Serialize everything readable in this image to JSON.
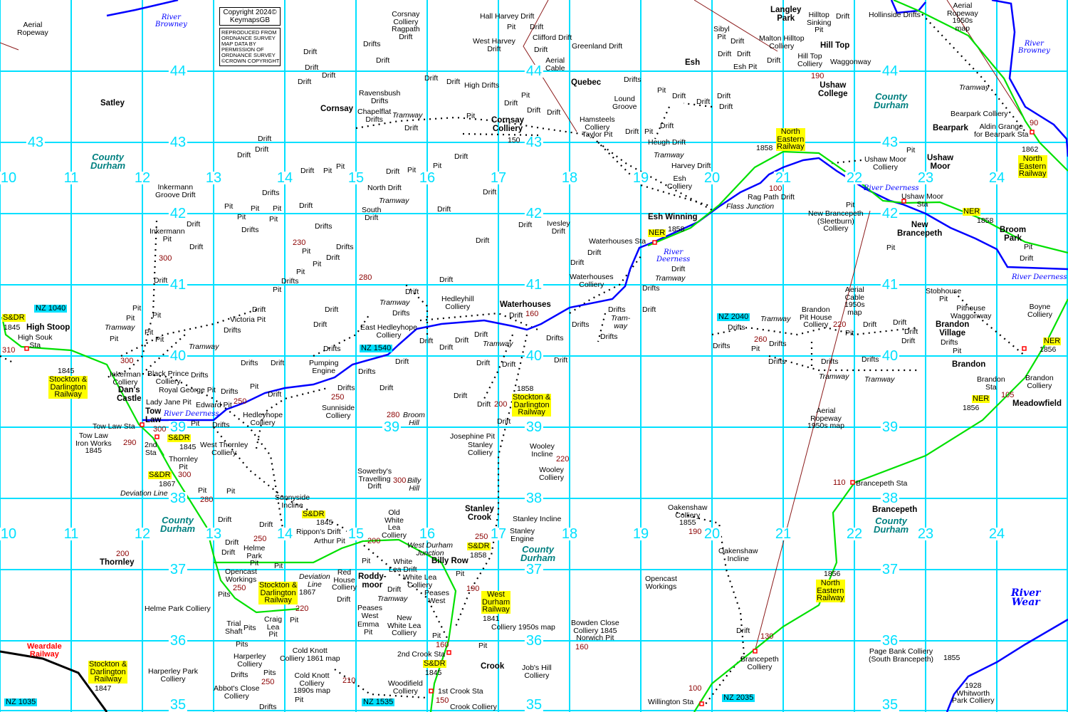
{
  "copyright": {
    "line1": "Copyright 2024©",
    "line2": "KeymapsGB",
    "notice": "REPRODUCED FROM\nORDNANCE SURVEY\nMAP DATA BY\nPERMISSION OF\nORDNANCE SURVEY\n©CROWN COPYRIGHT"
  },
  "grid": {
    "eastings": [
      "10",
      "11",
      "12",
      "13",
      "14",
      "15",
      "16",
      "17",
      "18",
      "19",
      "20",
      "21",
      "22",
      "23",
      "24"
    ],
    "northings": [
      "44",
      "43",
      "42",
      "41",
      "40",
      "39",
      "38",
      "37",
      "36",
      "35"
    ]
  },
  "colors": {
    "grid": "#00e0ff",
    "railway": "#00e000",
    "river": "#0000ff",
    "height": "#8b0000",
    "label_bg": "#ffff00",
    "county": "#008080"
  },
  "labels": [
    "Aerial\nRopeway",
    "River\nBrowney",
    "Satley",
    "County\nDurham",
    "Corsnay\nColliery\nRagpath\nDrift",
    "Drifts",
    "Drift",
    "Drift",
    "Drift",
    "Drift",
    "Drift",
    "Hall Harvey Drift",
    "Pit",
    "Drift",
    "Clifford Drift",
    "West Harvey\nDrift",
    "Drift",
    "Aerial\nCable",
    "Greenland Drift",
    "Quebec",
    "Drifts",
    "Pit",
    "Drift",
    "Lound\nGroove",
    "Drift",
    "Drift",
    "Drift",
    "Esh",
    "Sibyl\nPit",
    "Drift",
    "Drift",
    "Drift",
    "Esh Pit",
    "Malton Hilltop\nColliery",
    "Drift",
    "Langley\nPark",
    "Hilltop\nSinking\nPit",
    "Drift",
    "Hill Top",
    "Hill Top\nColliery",
    "Waggonway",
    "190",
    "Ushaw\nCollege",
    "Hollinside Drifts",
    "Aerial\nRopeway\n1950s\nmap",
    "River\nBrowney",
    "Tramway",
    "Bearpark Colliery",
    "Bearpark",
    "Aldin Grange\nfor Bearpark Sta",
    "90",
    "1862",
    "North\nEastern\nRailway",
    "County\nDurham",
    "Pit",
    "Ushaw Moor\nColliery",
    "Ushaw\nMoor",
    "River Deerness",
    "Ushaw Moor\nSta",
    "Pit",
    "New Brancepeth\n(Sleetburn)\nColliery",
    "New\nBrancepeth",
    "NER",
    "1858",
    "Broom\nPark",
    "Pit",
    "Drift",
    "River Deerness",
    "Pit",
    "North\nEastern\nRailway",
    "1858",
    "100",
    "Rag Path Drift",
    "Flass Junction",
    "Ravensbush\nDrifts",
    "Cornsay",
    "Chapelflat\nDrifts",
    "Tramway",
    "Drift",
    "Drift",
    "Drift",
    "High Drifts",
    "Pit",
    "Drift",
    "Drift",
    "Drift",
    "Pit",
    "Cornsay\nColliery",
    "150",
    "Hamsteels\nColliery\nTaylor Pit",
    "Drift",
    "Pit",
    "Drift",
    "Heugh Drift",
    "Tramway",
    "Harvey Drift",
    "Esh\nColliery",
    "Drift",
    "Drift",
    "Drift",
    "Inkermann\nGroove Drift",
    "Drift",
    "Pit",
    "Pit",
    "Drift",
    "Pit",
    "Pit",
    "Drift",
    "North Drift",
    "Tramway",
    "South\nDrift",
    "Drifts",
    "Pit",
    "Pit",
    "Pit",
    "Drift",
    "Drift",
    "Drift",
    "Pit",
    "Pit",
    "Drifts",
    "Drift",
    "Drifts",
    "Inkermann\nPit",
    "Drift",
    "230",
    "Pit",
    "Drifts",
    "Drift",
    "Pit",
    "300",
    "Pit",
    "Drift",
    "Drifts",
    "Pit",
    "280",
    "Drift",
    "Drift",
    "Drift",
    "Ivesley\nDrift",
    "Drift",
    "Esh Winning",
    "NER",
    "1858",
    "Waterhouses Sta",
    "River\nDeerness",
    "Drift",
    "Tramway",
    "Drift",
    "Waterhouses\nColliery",
    "Drifts",
    "Drift",
    "NZ 1040",
    "S&DR",
    "1845",
    "High Stoop",
    "High Souk\nSta",
    "310",
    "Pit",
    "Pit",
    "Pit",
    "Tramway",
    "Pit",
    "Pit",
    "Pit",
    "Victoria Pit",
    "Drift",
    "Drifts",
    "Tramway",
    "300",
    "1845",
    "Stockton &\nDarlington\nRailway",
    "Inkerman\nColliery",
    "Dan's\nCastle",
    "Black Prince\nColliery",
    "Drifts",
    "Royal George Pit",
    "Lady Jane Pit",
    "Drifts",
    "Pit",
    "Drift",
    "Tow\nLaw",
    "River Deerness",
    "Edward Pit",
    "250",
    "Pit",
    "Drifts",
    "Tow Law Sta",
    "300",
    "S&DR",
    "1845",
    "Tow Law\nIron Works\n1845",
    "290",
    "2nd\nSta",
    "West Thornley\nColliery",
    "Thornley\nPit",
    "S&DR",
    "300",
    "1867",
    "Deviation Line",
    "Pit",
    "280",
    "Pit",
    "Drift",
    "Drift",
    "Drifts",
    "Drift",
    "Drifts",
    "Pumping\nEngine",
    "Drifts",
    "250",
    "Sunniside\nColliery",
    "Hedleyhope\nColliery",
    "Drift",
    "Drift",
    "Drifts",
    "NZ 1540",
    "Drift",
    "Tramway",
    "Drifts",
    "Hedleyhill\nColliery",
    "Waterhouses",
    "Drift",
    "160",
    "East Hedleyhope\nColliery",
    "Drift",
    "Drift",
    "Drift",
    "Drift",
    "Tramway",
    "Drifts",
    "Drift",
    "Drift",
    "Drift",
    "Drifts",
    "Drifts",
    "Tram-\nway",
    "Drifts",
    "280",
    "Broom\nHill",
    "Drift",
    "Drift",
    "200",
    "1858",
    "Stockton &\nDarlington\nRailway",
    "Drift",
    "Josephine Pit",
    "Stanley\nColliery",
    "Wooley\nIncline",
    "220",
    "Wooley\nColliery",
    "Sowerby's\nTravelling\nDrift",
    "300",
    "Billy\nHill",
    "Sunnyside\nIncline",
    "S&DR",
    "1845",
    "Rippon's Drift",
    "Arthur Pit",
    "Drift",
    "Drift",
    "250",
    "Drift",
    "Helme\nPark\nPit",
    "Drift",
    "Thornley",
    "200",
    "County\nDurham",
    "Opencast\nWorkings",
    "Pit",
    "250",
    "Stockton &\nDarlington\nRailway",
    "Deviation\nLine",
    "1867",
    "Pits",
    "220",
    "Helme Park Colliery",
    "Pit",
    "Trial\nShaft",
    "Pits",
    "Craig\nLea\nPit",
    "Pits",
    "Harperley\nColliery",
    "Pits",
    "Drifts",
    "250",
    "Harperley Park\nColliery",
    "Abbot's Close\nColliery",
    "Drifts",
    "Cold Knott\nColliery 1861 map",
    "Cold Knott\nColliery\n1890s map",
    "210",
    "Pit",
    "Stockton &\nDarlington\nRailway",
    "1847",
    "Weardale\nRailway",
    "NZ 1035",
    "Old\nWhite\nLea\nColliery",
    "200",
    "West Durham\nJunction",
    "Billy Row",
    "White\nLea Drift",
    "Pit",
    "White Lea\nColliery",
    "Roddy-\nmoor",
    "Drift",
    "Tramway",
    "Peases\nWest",
    "Red\nHouse\nColliery",
    "Drift",
    "Peases\nWest",
    "Emma\nPit",
    "New\nWhite Lea\nColliery",
    "Pit",
    "190",
    "West\nDurham\nRailway",
    "1841",
    "Colliery 1950s map",
    "Pit",
    "160",
    "2nd Crook Sta",
    "S&DR",
    "1845",
    "Pit",
    "Crook",
    "Job's Hill\nColliery",
    "Woodifield\nColliery",
    "1st Crook Sta",
    "150",
    "Crook Colliery",
    "NZ 1535",
    "Stanley\nCrook",
    "Stanley Incline",
    "250",
    "Stanley\nEngine",
    "S&DR",
    "1858",
    "County\nDurham",
    "Opencast\nWorkings",
    "Bowden Close\nColliery 1845\nNorwich Pit",
    "160",
    "Oakenshaw\nColliery\n1855",
    "190",
    "Oakenshaw\nIncline",
    "Drift",
    "130",
    "Brancepeth\nColliery",
    "100",
    "Willington Sta",
    "NZ 2035",
    "Aerial\nRopeway\n1950s map",
    "Aerial\nCable\n1950s\nmap",
    "Brandon\nPit House\nColliery",
    "220",
    "NZ 2040",
    "Tramway",
    "Drifts",
    "Drifts",
    "Pit",
    "260",
    "Drifts",
    "Pit",
    "Drift",
    "Drift",
    "Drift",
    "Drift",
    "Drifts",
    "Drifts",
    "Tramway",
    "Drifts",
    "Tramway",
    "Stobhouse\nPit",
    "Pithouse\nWaggonway",
    "Brandon\nVillage",
    "Drifts",
    "Pit",
    "Brandon",
    "Boyne\nColliery",
    "NER",
    "1856",
    "Brandon\nSta",
    "Brandon\nColliery",
    "NER",
    "1856",
    "105",
    "Meadowfield",
    "110",
    "Brancepeth Sta",
    "Brancepeth",
    "County\nDurham",
    "1856",
    "North\nEastern\nRailway",
    "River\nWear",
    "Page Bank Colliery\n(South Brancepeth)",
    "1855",
    "1928\nWhitworth\nPark Colliery"
  ]
}
